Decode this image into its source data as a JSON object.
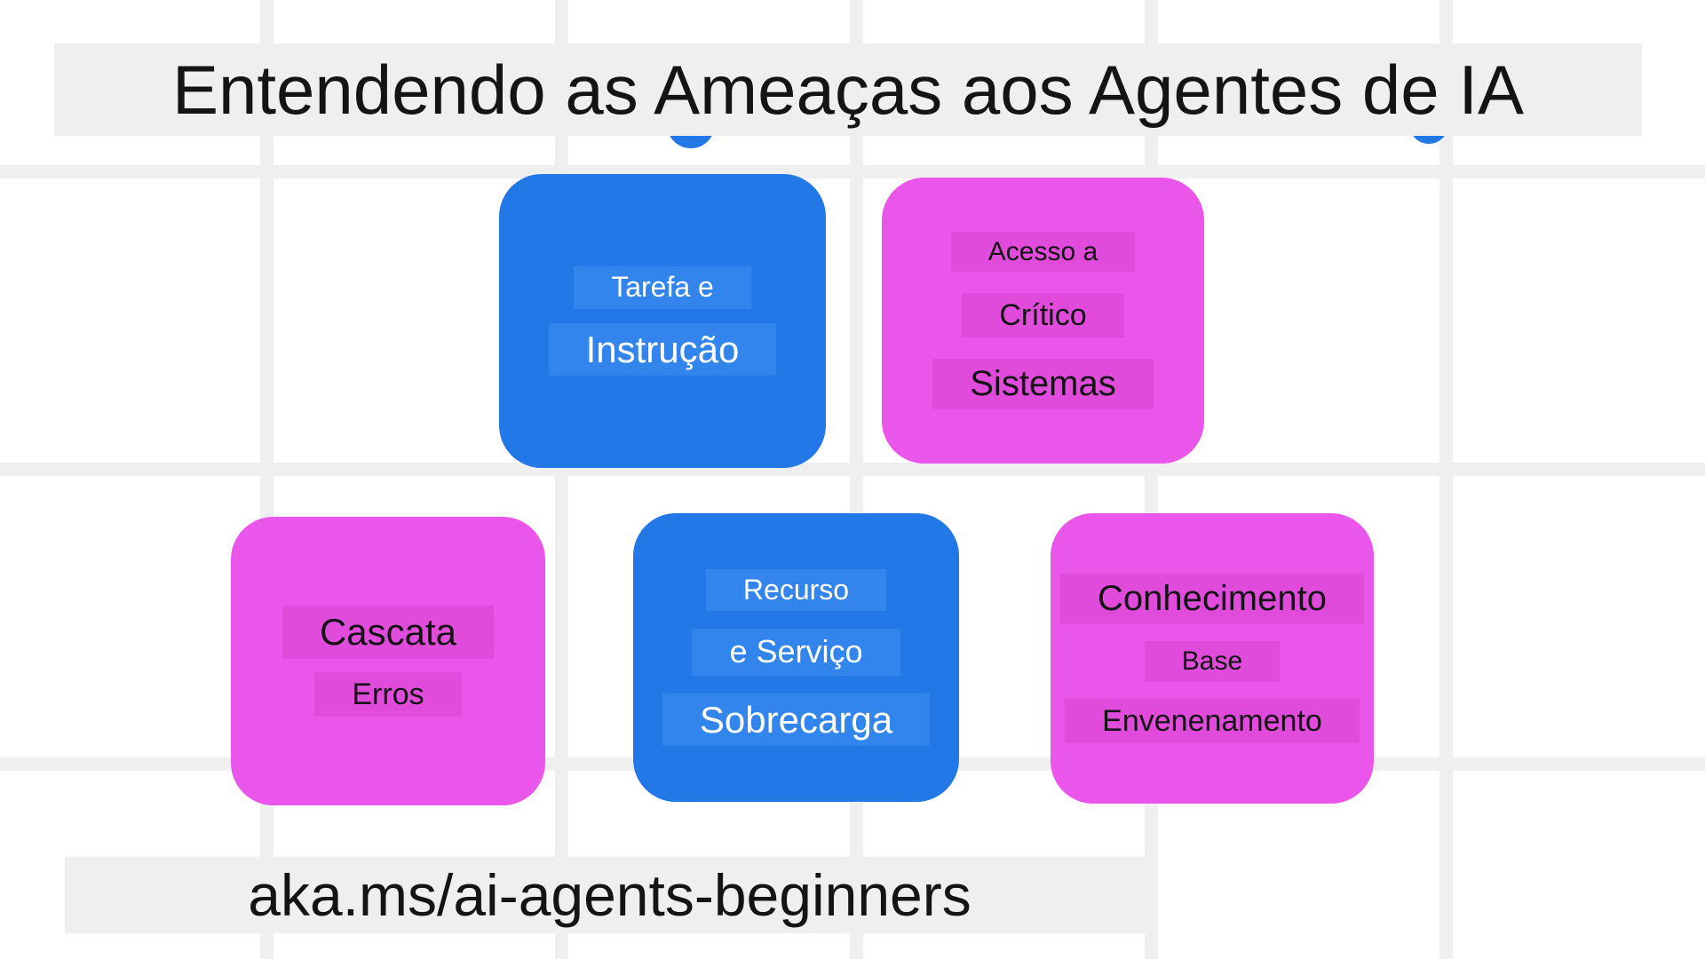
{
  "title": "Entendendo as Ameaças aos Agentes de IA",
  "footer_link": "aka.ms/ai-agents-beginners",
  "colors": {
    "card_blue": "#2378e8",
    "card_blue_highlight": "#3285ec",
    "card_magenta": "#ea55ea",
    "card_magenta_highlight": "#e14bdc",
    "banner_gray": "#efefef",
    "grid_gray": "#efefef",
    "text_dark": "#141414",
    "text_light": "#ffffff"
  },
  "cards": [
    {
      "name": "tarefa-e-instrucao",
      "color": "blue",
      "lines": [
        "Tarefa e",
        "Instrução"
      ]
    },
    {
      "name": "acesso-a-sistemas-critico",
      "color": "magenta",
      "lines": [
        "Acesso a",
        "Crítico",
        "Sistemas"
      ]
    },
    {
      "name": "cascata-erros",
      "color": "magenta",
      "lines": [
        "Cascata",
        "Erros"
      ]
    },
    {
      "name": "recurso-e-servico-sobrecarga",
      "color": "blue",
      "lines": [
        "Recurso",
        "e Serviço",
        "Sobrecarga"
      ]
    },
    {
      "name": "conhecimento-base-envenenamento",
      "color": "magenta",
      "lines": [
        "Conhecimento",
        "Base",
        "Envenenamento"
      ]
    }
  ]
}
